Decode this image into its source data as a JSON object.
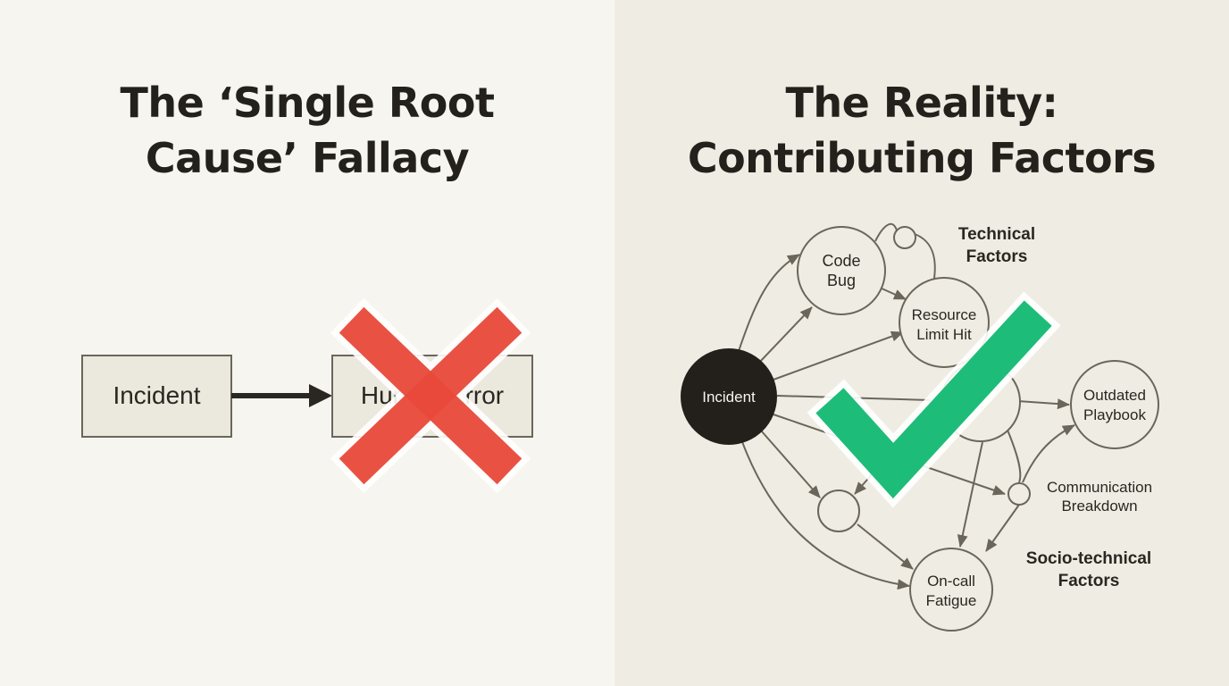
{
  "left_panel": {
    "title_line1": "The ‘Single Root",
    "title_line2": "Cause’ Fallacy",
    "box_incident": "Incident",
    "box_human_error": "Human Error",
    "cross_color": "#e8493a"
  },
  "right_panel": {
    "title_line1": "The Reality:",
    "title_line2": "Contributing Factors",
    "incident": "Incident",
    "code_bug_line1": "Code",
    "code_bug_line2": "Bug",
    "resource_line1": "Resource",
    "resource_line2": "Limit Hit",
    "playbook_line1": "Outdated",
    "playbook_line2": "Playbook",
    "communication_line1": "Communication",
    "communication_line2": "Breakdown",
    "oncall_line1": "On-call",
    "oncall_line2": "Fatigue",
    "technical_line1": "Technical",
    "technical_line2": "Factors",
    "socio_line1": "Socio-technical",
    "socio_line2": "Factors",
    "check_color": "#1dbd79"
  }
}
